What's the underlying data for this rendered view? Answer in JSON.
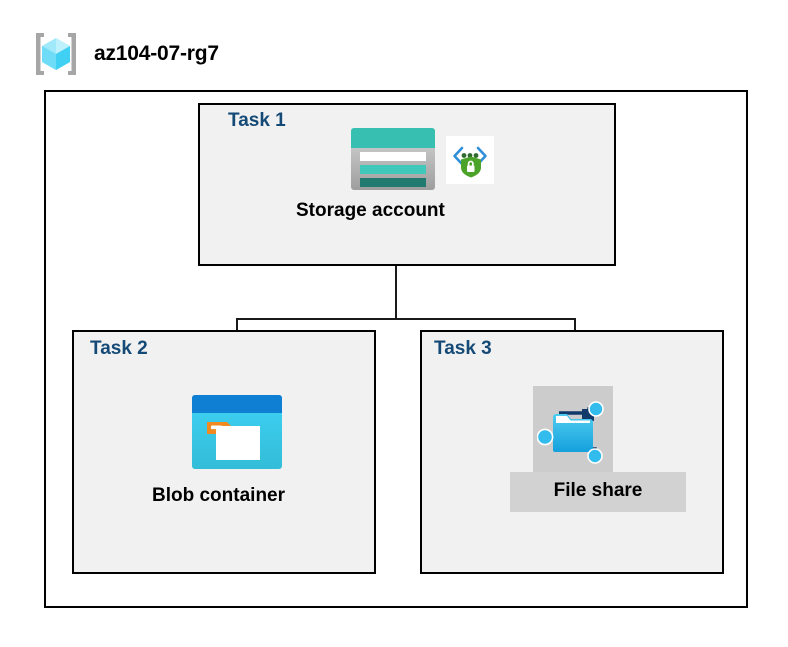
{
  "resource_group": {
    "name": "az104-07-rg7",
    "icon": "azure-resource-group-icon"
  },
  "diagram": {
    "type": "hierarchy",
    "title": "az104-07-rg7",
    "nodes": [
      {
        "id": "task1",
        "task_label": "Task 1",
        "node_label": "Storage account",
        "icons": [
          "storage-account-icon",
          "secure-endpoint-shield-icon"
        ],
        "selected": false
      },
      {
        "id": "task2",
        "task_label": "Task 2",
        "node_label": "Blob container",
        "icons": [
          "blob-container-icon"
        ],
        "selected": false
      },
      {
        "id": "task3",
        "task_label": "Task 3",
        "node_label": "File share",
        "icons": [
          "file-share-icon"
        ],
        "selected": true
      }
    ],
    "edges": [
      {
        "from": "task1",
        "to": "task2"
      },
      {
        "from": "task1",
        "to": "task3"
      }
    ]
  },
  "colors": {
    "task_label": "#154a77",
    "box_fill": "#f1f1f1",
    "box_border": "#000000",
    "frame_border": "#000000",
    "page_background": "#ffffff",
    "connector": "#1a1a1a",
    "selection_highlight": "#d2d2d2",
    "storage_teal": "#37bfb1",
    "storage_teal_dark": "#217a70",
    "blob_blue": "#0f7fd4",
    "blob_cyan": "#32c5f4",
    "blob_tab_orange": "#f28a22",
    "fileshare_blue": "#32bced",
    "fileshare_navy": "#113a6b",
    "shield_green": "#4ca32a",
    "bracket_blue": "#2f8fd8",
    "rg_cube_cyan": "#41d2f5",
    "rg_bracket_gray": "#a6a6a6"
  }
}
